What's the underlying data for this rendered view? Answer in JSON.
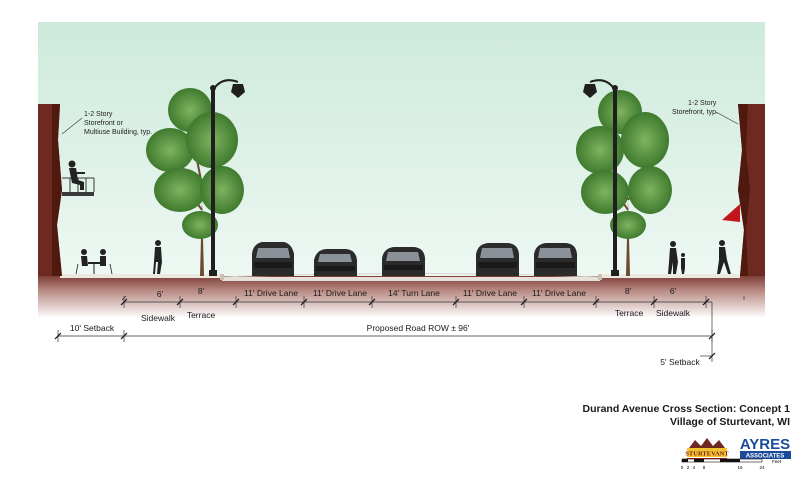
{
  "title": {
    "line1": "Durand Avenue Cross Section: Concept 1",
    "line2": "Village of Sturtevant, WI"
  },
  "notes": {
    "left_line1": "1-2 Story",
    "left_line2": "Storefront or",
    "left_line3": "Multiuse Building, typ.",
    "right_line1": "1-2 Story",
    "right_line2": "Storefront, typ."
  },
  "dimensions": {
    "left_sidewalk_width": "6'",
    "left_terrace_width": "8'",
    "lane1": "11' Drive Lane",
    "lane2": "11' Drive Lane",
    "turn_lane": "14' Turn Lane",
    "lane3": "11' Drive Lane",
    "lane4": "11' Drive Lane",
    "right_terrace_width": "8'",
    "right_sidewalk_width": "6'",
    "left_sidewalk": "Sidewalk",
    "left_terrace": "Terrace",
    "right_terrace": "Terrace",
    "right_sidewalk": "Sidewalk",
    "left_setback": "10' Setback",
    "row": "Proposed Road ROW ± 96'",
    "right_setback": "5' Setback"
  },
  "logos": {
    "sturtevant": "STURTEVANT",
    "ayres": "AYRES",
    "ayres_sub": "ASSOCIATES"
  },
  "scale": {
    "t0": "0",
    "t1": "2",
    "t2": "4",
    "t3": "8",
    "t4": "16",
    "t5": "24",
    "unit": "Feet"
  },
  "colors": {
    "sky": "#d3ede0",
    "building": "#6e2a20",
    "ground": "#8c4a42",
    "road": "#e8e4dd",
    "foliage": "#4f8a3a",
    "awning": "#c0161c",
    "ayres_blue": "#1b4a9a"
  }
}
